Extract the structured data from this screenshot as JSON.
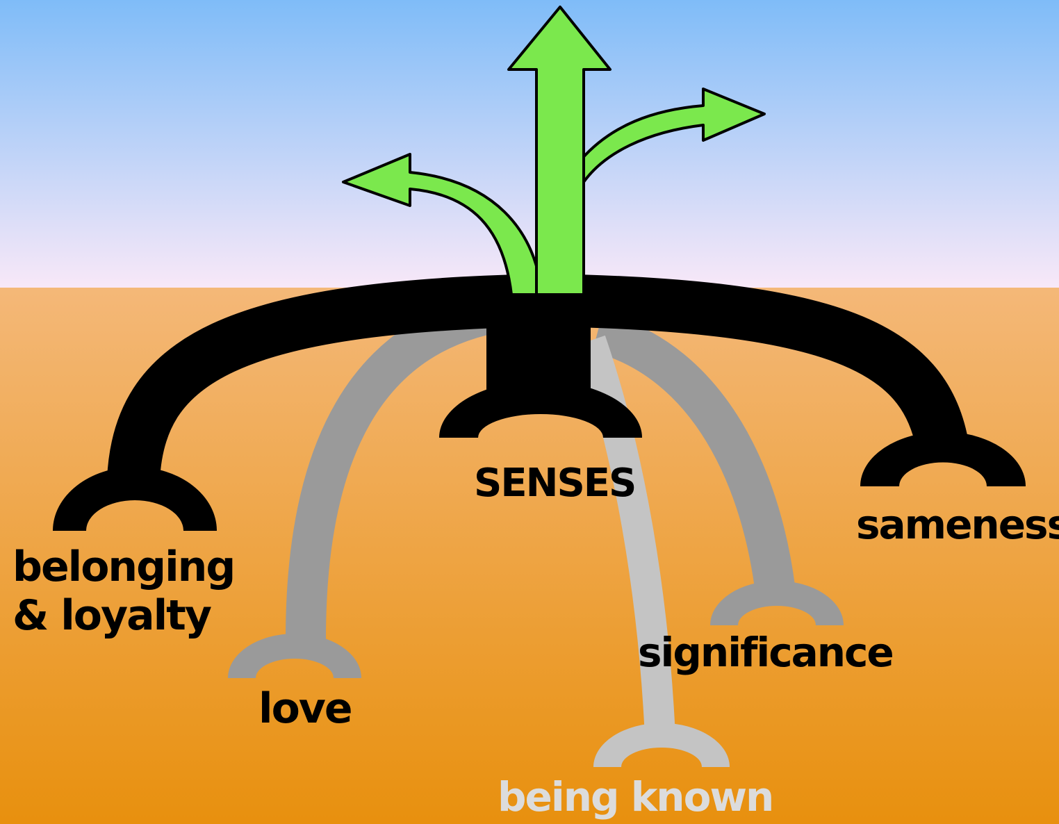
{
  "labels": {
    "senses": "SENSES",
    "belonging_line1": "belonging",
    "belonging_line2": "& loyalty",
    "love": "love",
    "sameness": "sameness",
    "significance": "significance",
    "being_known": "being known"
  },
  "colors": {
    "sky_top": "#7fbcf8",
    "sky_bottom": "#f8e8f8",
    "ground_top": "#f4b878",
    "ground_bottom": "#e8900e",
    "arrow_fill": "#7be84d",
    "root_dark": "#000000",
    "root_mid": "#9a9a9a",
    "root_light": "#c4c4c4",
    "label_light": "#dcdcdc"
  }
}
